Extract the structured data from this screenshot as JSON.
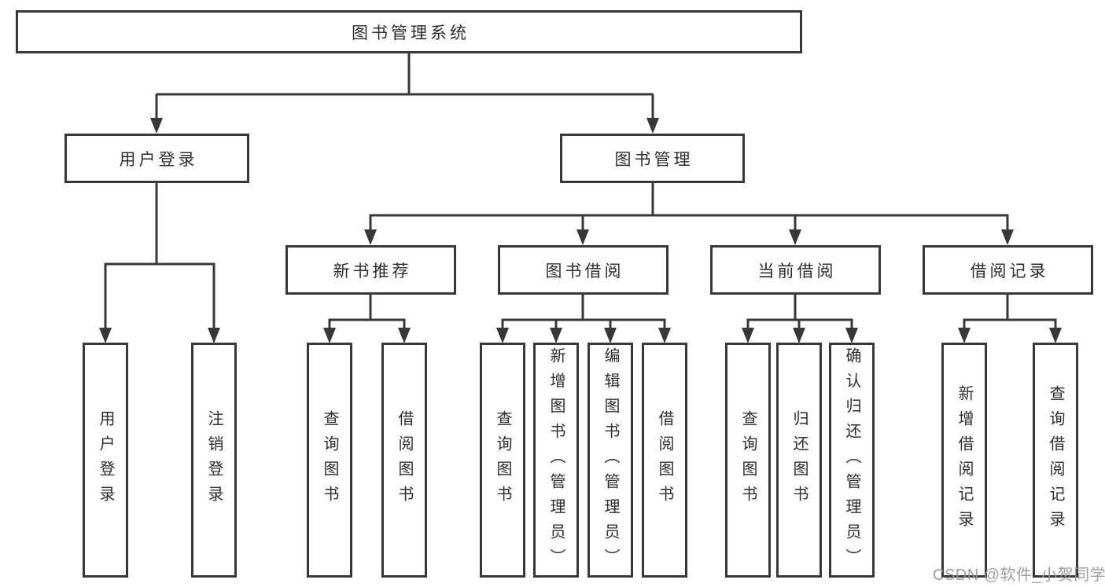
{
  "tree": {
    "label": "图书管理系统",
    "children": [
      {
        "label": "用户登录",
        "children": [
          {
            "label": "用户登录"
          },
          {
            "label": "注销登录"
          }
        ]
      },
      {
        "label": "图书管理",
        "children": [
          {
            "label": "新书推荐",
            "children": [
              {
                "label": "查询图书"
              },
              {
                "label": "借阅图书"
              }
            ]
          },
          {
            "label": "图书借阅",
            "children": [
              {
                "label": "查询图书"
              },
              {
                "label": "新增图书（管理员）"
              },
              {
                "label": "编辑图书（管理员）"
              },
              {
                "label": "借阅图书"
              }
            ]
          },
          {
            "label": "当前借阅",
            "children": [
              {
                "label": "查询图书"
              },
              {
                "label": "归还图书"
              },
              {
                "label": "确认归还（管理员）"
              }
            ]
          },
          {
            "label": "借阅记录",
            "children": [
              {
                "label": "新增借阅记录"
              },
              {
                "label": "查询借阅记录"
              }
            ]
          }
        ]
      }
    ]
  },
  "watermark": "CSDN @软件_小贺同学",
  "colors": {
    "line": "#383838",
    "box_border": "#383838",
    "text": "#2d2d2d",
    "watermark": "#97979b",
    "background": "#ffffff"
  }
}
